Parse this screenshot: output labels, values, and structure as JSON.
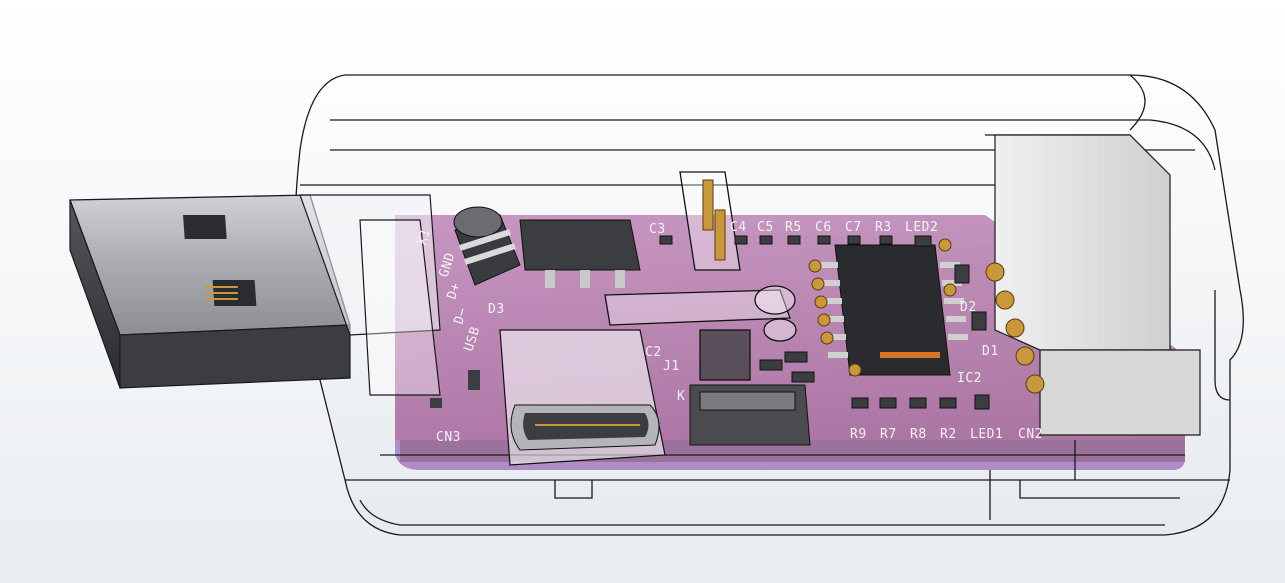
{
  "colors": {
    "pcb": "#8e2f7f",
    "pcb_dark": "#6a2160",
    "pcb_edge": "#7d3aa3",
    "silkscreen": "#f3f3f3",
    "enclosure_stroke": "#1a1a1a",
    "usb_metal": "#b7b9bd",
    "usb_dark": "#3c3d40",
    "gold": "#c9973c"
  },
  "silkscreen": {
    "x1": "X1",
    "gnd": "GND",
    "d_plus": "D+",
    "d_minus": "D−",
    "usb": "USB",
    "d3": "D3",
    "c3": "C3",
    "c4": "C4",
    "c5": "C5",
    "r5": "R5",
    "c6": "C6",
    "c7": "C7",
    "r3": "R3",
    "led2": "LED2",
    "d2": "D2",
    "d1": "D1",
    "ic2": "IC2",
    "c2": "C2",
    "j1": "J1",
    "k": "K",
    "r9": "R9",
    "r7": "R7",
    "r8": "R8",
    "r2": "R2",
    "led1": "LED1",
    "cn2": "CN2",
    "cn3": "CN3"
  }
}
